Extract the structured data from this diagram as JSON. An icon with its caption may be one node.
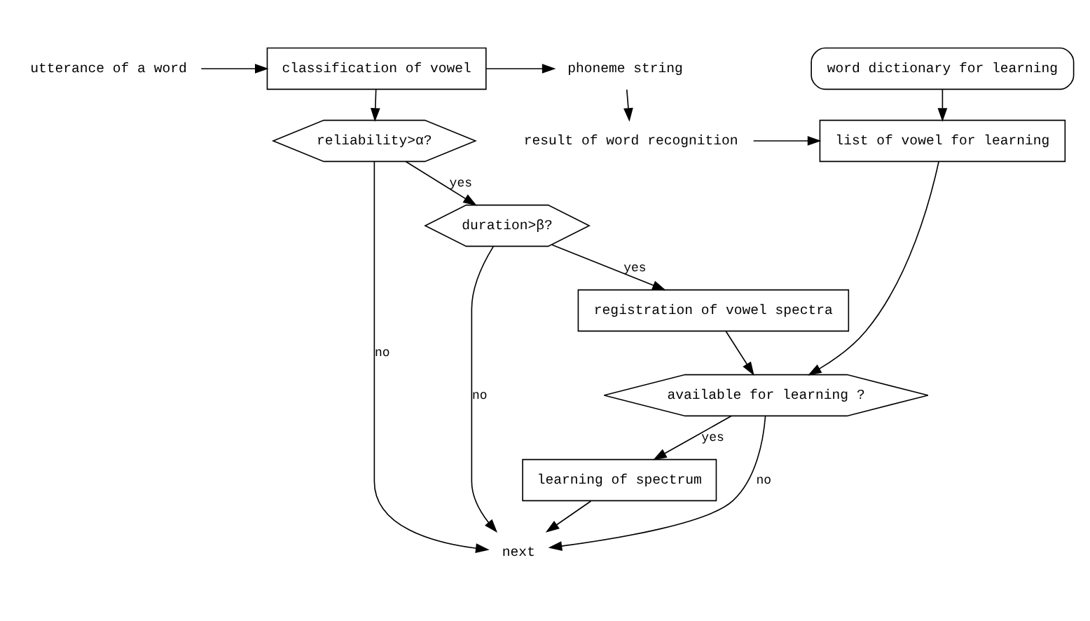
{
  "diagram": {
    "nodes": [
      {
        "text": [
          "utterance of a word"
        ]
      },
      {
        "text": [
          "classification of vowel"
        ]
      },
      {
        "text": [
          "phoneme string"
        ]
      },
      {
        "text": [
          "reliability>α?"
        ]
      },
      {
        "text": [
          "duration>β?"
        ]
      },
      {
        "text": [
          "registration of vowel spectra"
        ]
      },
      {
        "text": [
          "word dictionary for learning"
        ]
      },
      {
        "text": [
          "result of word recognition"
        ]
      },
      {
        "text": [
          "list of vowel for learning"
        ]
      },
      {
        "text": [
          "available for learning ?"
        ]
      },
      {
        "text": [
          "learning of spectrum"
        ]
      },
      {
        "text": [
          "next"
        ]
      }
    ],
    "edges": [
      {
        "from": 0,
        "to": 1,
        "arrow": "to"
      },
      {
        "from": 1,
        "to": 2,
        "arrow": "to"
      },
      {
        "from": 1,
        "to": 3,
        "arrow": "to"
      },
      {
        "from": 3,
        "to": 4,
        "arrow": "to",
        "label": "yes"
      },
      {
        "from": 3,
        "to": 11,
        "arrow": "to",
        "label": "no"
      },
      {
        "from": 4,
        "to": 5,
        "arrow": "to",
        "label": "yes"
      },
      {
        "from": 4,
        "to": 11,
        "arrow": "to",
        "label": "no"
      },
      {
        "from": 2,
        "to": 7,
        "arrow": "to"
      },
      {
        "from": 6,
        "to": 8,
        "arrow": "to"
      },
      {
        "from": 7,
        "to": 8,
        "arrow": "to"
      },
      {
        "from": 5,
        "to": 9,
        "arrow": "to"
      },
      {
        "from": 8,
        "to": 9,
        "arrow": "to"
      },
      {
        "from": 9,
        "to": 10,
        "arrow": "to",
        "label": "yes"
      },
      {
        "from": 9,
        "to": 11,
        "arrow": "to",
        "label": "no"
      },
      {
        "from": 10,
        "to": 11,
        "arrow": "to"
      }
    ]
  }
}
